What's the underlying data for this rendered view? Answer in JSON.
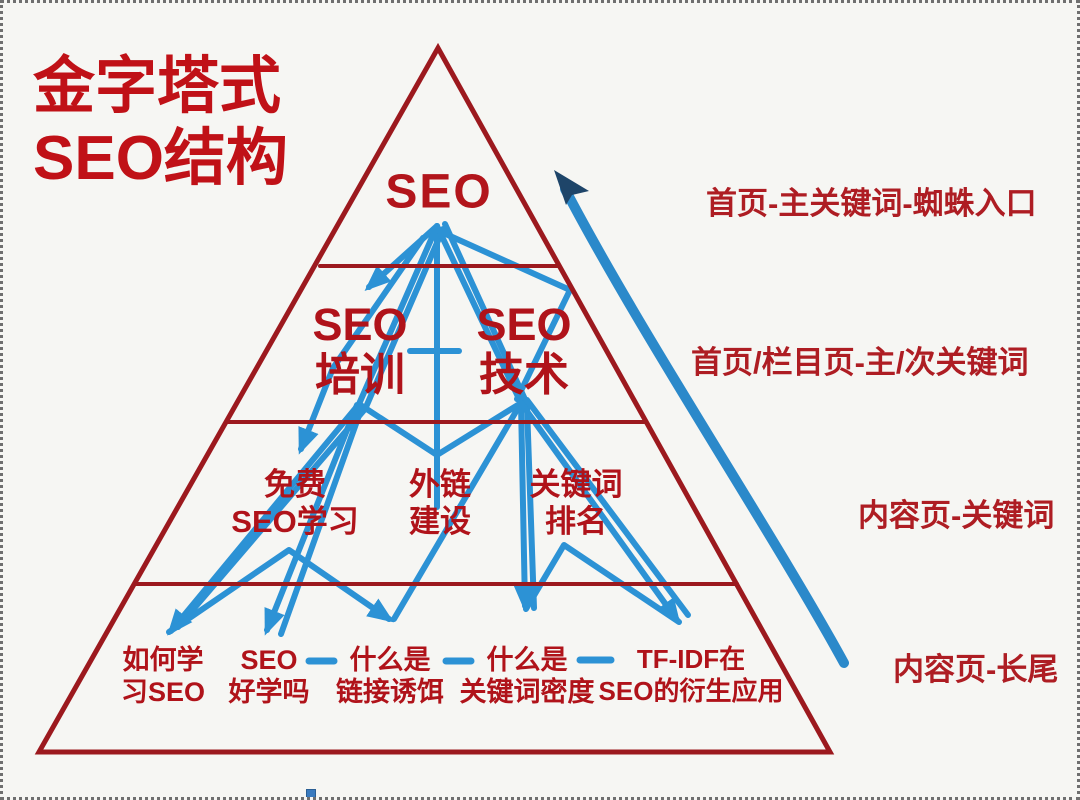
{
  "title": {
    "line1": "金字塔式",
    "line2": "SEO结构"
  },
  "pyramid": {
    "levels": [
      {
        "name": "level-1-top",
        "label": "SEO"
      },
      {
        "name": "level-2",
        "items": [
          {
            "line1": "SEO",
            "line2": "培训"
          },
          {
            "line1": "SEO",
            "line2": "技术"
          }
        ]
      },
      {
        "name": "level-3",
        "items": [
          {
            "line1": "免费",
            "line2": "SEO学习"
          },
          {
            "line1": "外链",
            "line2": "建设"
          },
          {
            "line1": "关键词",
            "line2": "排名"
          }
        ]
      },
      {
        "name": "level-4",
        "items": [
          {
            "line1": "如何学",
            "line2": "习SEO"
          },
          {
            "line1": "SEO",
            "line2": "好学吗"
          },
          {
            "line1": "什么是",
            "line2": "链接诱饵"
          },
          {
            "line1": "什么是",
            "line2": "关键词密度"
          },
          {
            "line1": "TF-IDF在",
            "line2": "SEO的衍生应用"
          }
        ]
      }
    ]
  },
  "annotations": [
    {
      "text": "首页-主关键词-蜘蛛入口"
    },
    {
      "text": "首页/栏目页-主/次关键词"
    },
    {
      "text": "内容页-关键词"
    },
    {
      "text": "内容页-长尾"
    }
  ],
  "icons": {
    "big_arrow": "up-left-arrow",
    "handle": "selection-handle"
  },
  "colors": {
    "title_red": "#c01117",
    "pyramid_red": "#9c191e",
    "text_red": "#b0131a",
    "annotation_red": "#ae1d23",
    "link_blue": "#2c92d5",
    "arrow_shaft_blue": "#2b89ca",
    "arrow_head_navy": "#1e4569",
    "background": "#f6f6f3"
  }
}
